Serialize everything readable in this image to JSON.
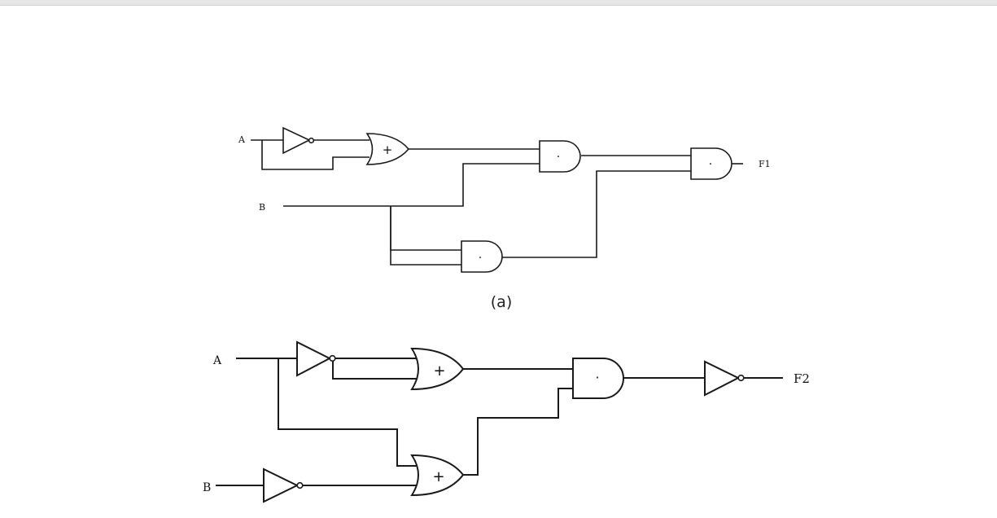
{
  "diagram_a": {
    "input_a": "A",
    "input_b": "B",
    "output": "F1",
    "or_symbol": "+",
    "and_symbol": "·",
    "caption": "(a)"
  },
  "diagram_b": {
    "input_a": "A",
    "input_b": "B",
    "output": "F2",
    "or_symbol": "+",
    "and_symbol": "·"
  }
}
